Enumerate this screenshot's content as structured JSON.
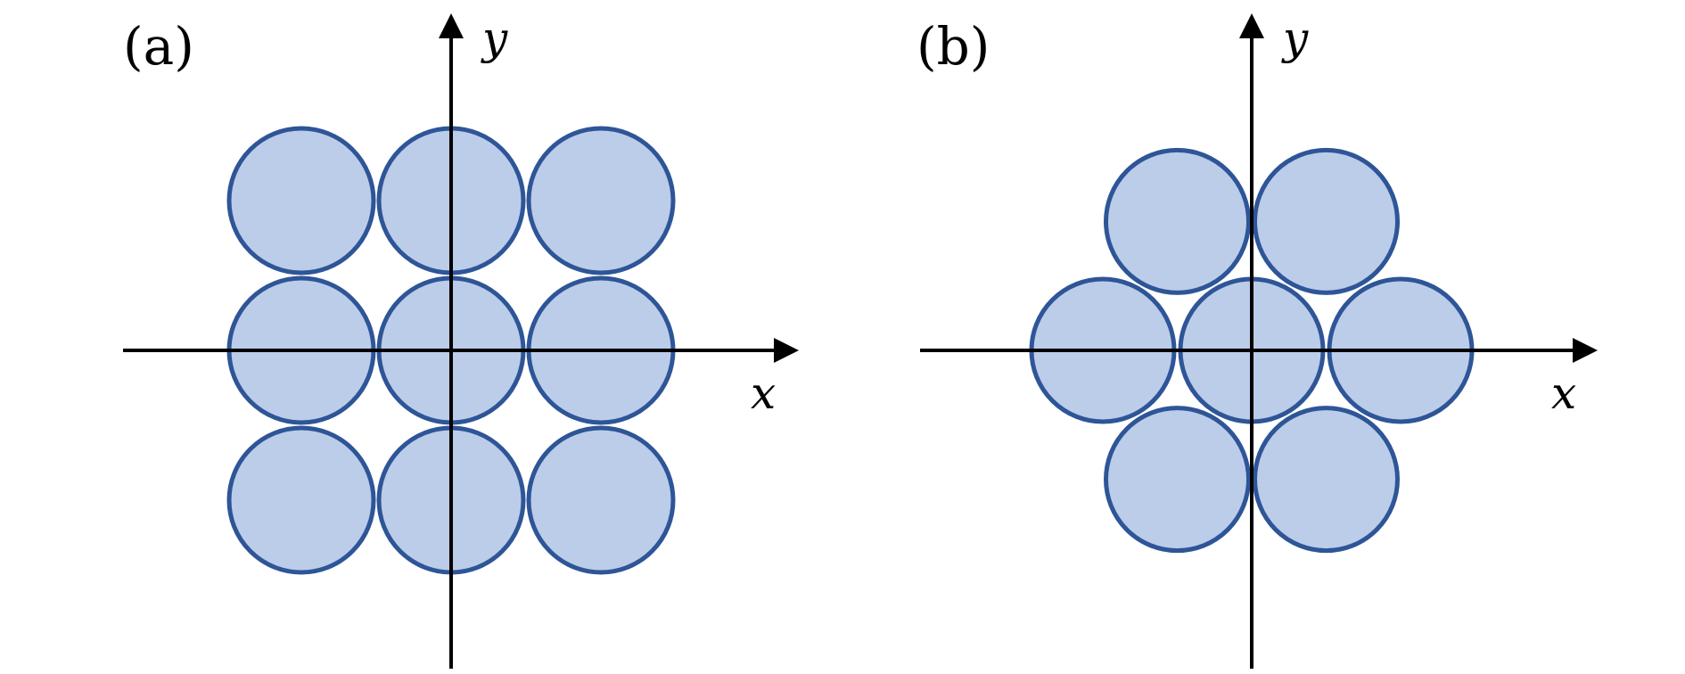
{
  "colors": {
    "circle_fill": "#bccde9",
    "circle_stroke": "#2e5597",
    "axis": "#000000"
  },
  "panels": [
    {
      "label": "(a)",
      "x_label": "x",
      "y_label": "y",
      "arrangement": "square",
      "circle_count": 9
    },
    {
      "label": "(b)",
      "x_label": "x",
      "y_label": "y",
      "arrangement": "hexagonal",
      "circle_count": 7
    }
  ]
}
